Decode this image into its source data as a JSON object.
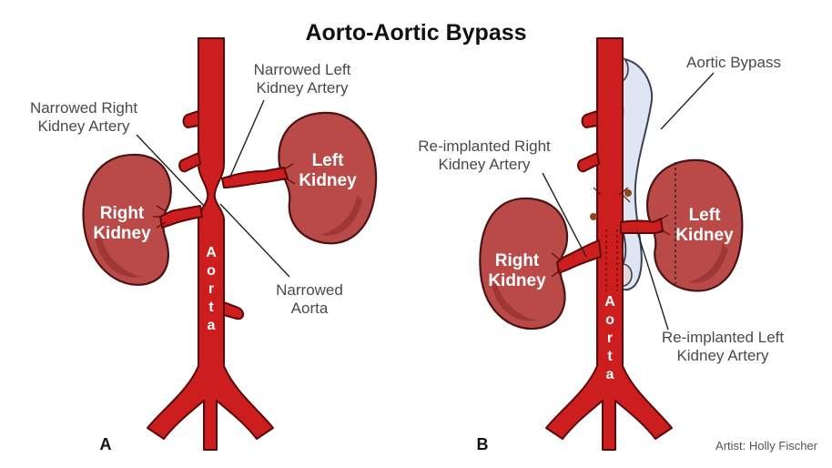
{
  "title": "Aorto-Aortic Bypass",
  "panel_a": {
    "label": "A",
    "narrowed_left": [
      "Narrowed Left",
      "Kidney Artery"
    ],
    "narrowed_right": [
      "Narrowed Right",
      "Kidney Artery"
    ],
    "narrowed_aorta": [
      "Narrowed",
      "Aorta"
    ],
    "left_kidney": [
      "Left",
      "Kidney"
    ],
    "right_kidney": [
      "Right",
      "Kidney"
    ],
    "aorta_letters": [
      "A",
      "o",
      "r",
      "t",
      "a"
    ]
  },
  "panel_b": {
    "label": "B",
    "aortic_bypass": "Aortic Bypass",
    "reimplanted_right": [
      "Re-implanted Right",
      "Kidney Artery"
    ],
    "reimplanted_left": [
      "Re-implanted Left",
      "Kidney Artery"
    ],
    "left_kidney": [
      "Left",
      "Kidney"
    ],
    "right_kidney": [
      "Right",
      "Kidney"
    ],
    "aorta_letters": [
      "A",
      "o",
      "r",
      "t",
      "a"
    ]
  },
  "credit": "Artist: Holly Fischer",
  "colors": {
    "artery": "#cc1e1e",
    "kidney": "#b94a48",
    "graft": "#dfe6f3"
  }
}
